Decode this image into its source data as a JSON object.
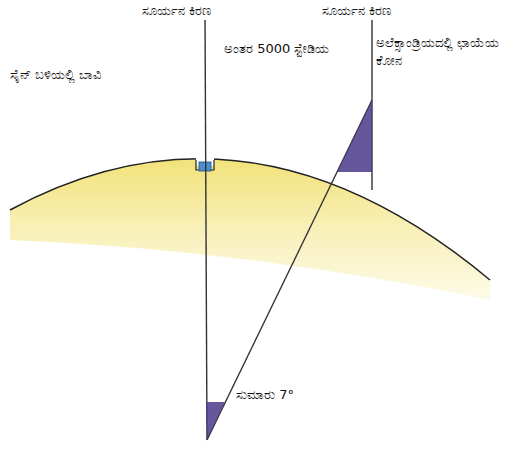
{
  "diagram": {
    "labels": [
      "ಸೂರ್ಯನ ಕಿರಣ",
      "ಸೂರ್ಯನ ಕಿರಣ",
      "ಅಂತರ 5000 ಸ್ಟೇಡಿಯ",
      "ಸೈನ್ ಬಳಿಯಲ್ಲಿ ಬಾವಿ",
      "ಅಲೆಕ್ಸಾಂಡ್ರಿಯದಲ್ಲಿ ಛಾಯೆಯ ಕೋನ",
      "ಸುಮಾರು 7°"
    ]
  }
}
